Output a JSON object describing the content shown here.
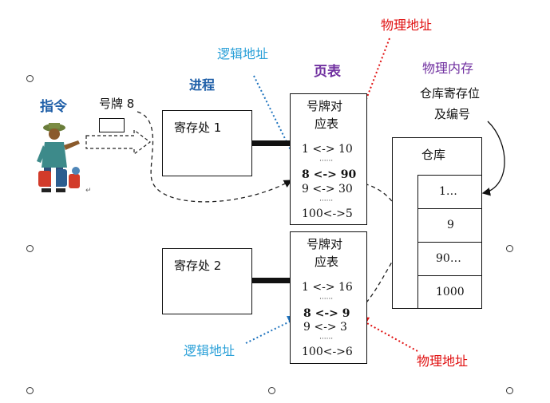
{
  "labels": {
    "instruction": "指令",
    "token": "号牌 8",
    "process": "进程",
    "page_table": "页表",
    "logical_addr_top": "逻辑地址",
    "physical_addr_top": "物理地址",
    "physical_memory": "物理内存",
    "slot_numbering_line1": "仓库寄存位",
    "slot_numbering_line2": "及编号",
    "logical_addr_bottom": "逻辑地址",
    "physical_addr_bottom": "物理地址",
    "return_mark": "↵"
  },
  "process_boxes": [
    {
      "label": "寄存处 1"
    },
    {
      "label": "寄存处 2"
    }
  ],
  "tables": [
    {
      "header_line1": "号牌对",
      "header_line2": "应表",
      "rows": [
        "1 <-> 10",
        "8 <-> 90",
        "9 <-> 30",
        "100<->5"
      ],
      "dots": "······"
    },
    {
      "header_line1": "号牌对",
      "header_line2": "应表",
      "rows": [
        "1 <-> 16",
        "8 <-> 9",
        "9 <-> 3",
        "100<->6"
      ],
      "dots": "······"
    }
  ],
  "warehouse": {
    "title": "仓库",
    "cells": [
      "1…",
      "9",
      "90…",
      "1000"
    ]
  },
  "colors": {
    "logical": "#2a8fd0",
    "physical": "#e01010",
    "purple": "#7030a0",
    "dark_blue": "#1f5fa8"
  }
}
